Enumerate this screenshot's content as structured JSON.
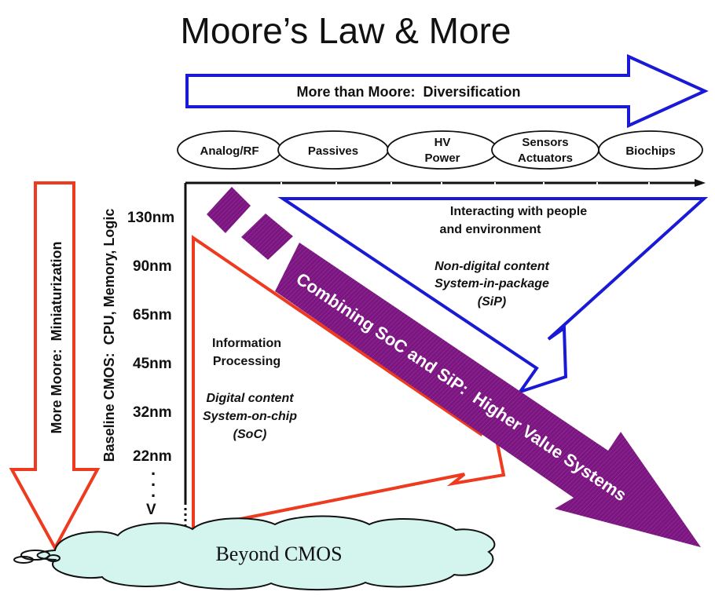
{
  "title": "Moore’s Law & More",
  "more_than_moore": {
    "label": "More than Moore:  Diversification"
  },
  "categories": [
    {
      "lines": [
        "Analog/RF"
      ]
    },
    {
      "lines": [
        "Passives"
      ]
    },
    {
      "lines": [
        "HV",
        "Power"
      ]
    },
    {
      "lines": [
        "Sensors",
        "Actuators"
      ]
    },
    {
      "lines": [
        "Biochips"
      ]
    }
  ],
  "more_moore": {
    "label": "More Moore:  Miniaturization"
  },
  "baseline": {
    "label": "Baseline CMOS:  CPU, Memory, Logic"
  },
  "nodes": [
    "130nm",
    "90nm",
    "65nm",
    "45nm",
    "32nm",
    "22nm"
  ],
  "node_continuation": {
    "dots": ".",
    "end": "V"
  },
  "interacting": {
    "line1": "Interacting with people",
    "line2": "and environment",
    "italic1": "Non-digital content",
    "italic2": "System-in-package",
    "italic3": "(SiP)"
  },
  "information": {
    "line1": "Information",
    "line2": "Processing",
    "italic1": "Digital content",
    "italic2": "System-on-chip",
    "italic3": "(SoC)"
  },
  "combining": {
    "label": "Combining SoC and SiP:  Higher Value Systems"
  },
  "beyond": {
    "label": "Beyond CMOS"
  },
  "colors": {
    "blue": "#1a1ad6",
    "red": "#ee3a1e",
    "purple": "#7b1580",
    "cloud": "#d4f5ee"
  }
}
